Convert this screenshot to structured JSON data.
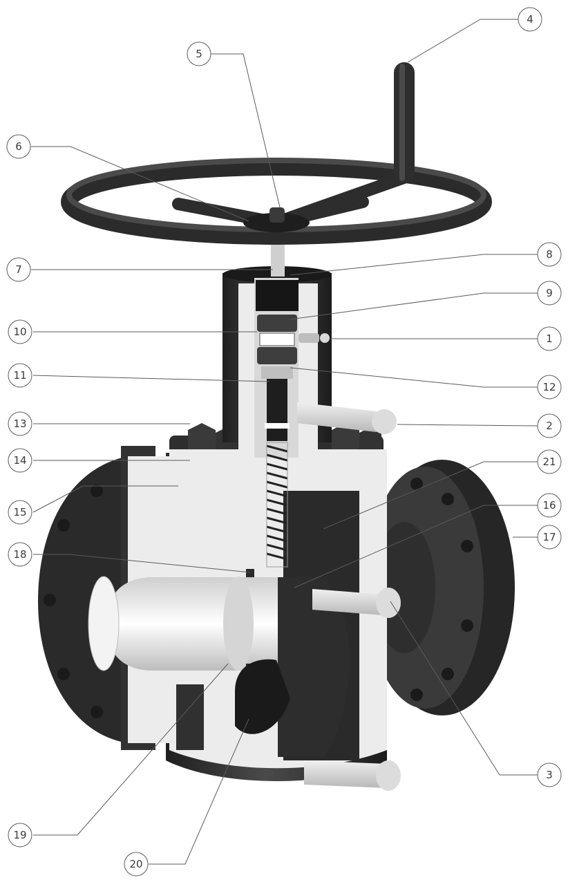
{
  "diagram": {
    "subject": "gate valve cutaway",
    "colors": {
      "metal_dark": "#2b2b2b",
      "metal_mid": "#3d3d3d",
      "section_face": "#ececec",
      "leader": "#5a5a5a",
      "background": "#ffffff"
    },
    "callouts": [
      {
        "id": "c4",
        "label": "4"
      },
      {
        "id": "c5",
        "label": "5"
      },
      {
        "id": "c6",
        "label": "6"
      },
      {
        "id": "c7",
        "label": "7"
      },
      {
        "id": "c8",
        "label": "8"
      },
      {
        "id": "c9",
        "label": "9"
      },
      {
        "id": "c10",
        "label": "10"
      },
      {
        "id": "c1",
        "label": "1"
      },
      {
        "id": "c11",
        "label": "11"
      },
      {
        "id": "c12",
        "label": "12"
      },
      {
        "id": "c13",
        "label": "13"
      },
      {
        "id": "c2",
        "label": "2"
      },
      {
        "id": "c14",
        "label": "14"
      },
      {
        "id": "c21",
        "label": "21"
      },
      {
        "id": "c15",
        "label": "15"
      },
      {
        "id": "c16",
        "label": "16"
      },
      {
        "id": "c18",
        "label": "18"
      },
      {
        "id": "c17",
        "label": "17"
      },
      {
        "id": "c19",
        "label": "19"
      },
      {
        "id": "c3",
        "label": "3"
      },
      {
        "id": "c20",
        "label": "20"
      }
    ]
  }
}
